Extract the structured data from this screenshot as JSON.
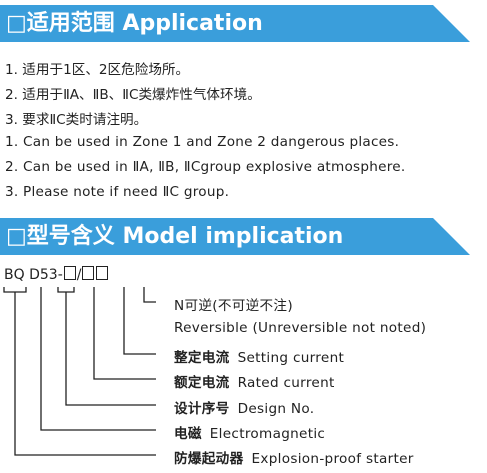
{
  "application": {
    "title": "□适用范围 Application",
    "lines": [
      "1. 适用于1区、2区危险场所。",
      "2. 适用于ⅡA、ⅡB、ⅡC类爆炸性气体环境。",
      "3. 要求ⅡC类时请注明。",
      "1. Can be used in Zone 1 and Zone 2 dangerous places.",
      "2. Can be used in ⅡA, ⅡB, ⅡCgroup explosive atmosphere.",
      "3. Please note if need ⅡC group."
    ]
  },
  "model": {
    "title": "□型号含义 Model implication",
    "code_parts": {
      "bq": "BQ",
      "d": "D",
      "num": "53",
      "dash": "-",
      "slash": "/"
    },
    "legend": [
      {
        "zh": "N可逆(不可逆不注)",
        "en": ""
      },
      {
        "zh": "",
        "en": "Reversible (Unreversible not noted)"
      },
      {
        "zh": "整定电流",
        "en": "Setting current"
      },
      {
        "zh": "额定电流",
        "en": "Rated current"
      },
      {
        "zh": "设计序号",
        "en": "Design No."
      },
      {
        "zh": "电磁",
        "en": "Electromagnetic"
      },
      {
        "zh": "防爆起动器",
        "en": "Explosion-proof starter"
      }
    ]
  },
  "colors": {
    "banner": "#3a9edb",
    "banner_text": "#ffffff",
    "text": "#222222"
  }
}
